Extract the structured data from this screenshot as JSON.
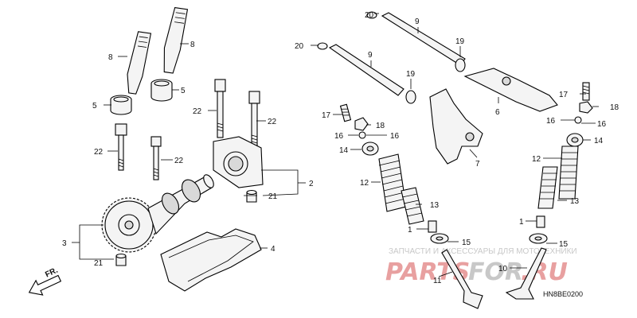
{
  "callouts": [
    "1",
    "2",
    "3",
    "4",
    "5",
    "6",
    "7",
    "8",
    "9",
    "10",
    "11",
    "12",
    "13",
    "14",
    "15",
    "16",
    "17",
    "18",
    "19",
    "20",
    "21",
    "22"
  ],
  "direction_label": "FR.",
  "diagram_code": "HN8BE0200",
  "watermark": {
    "tagline": "ЗАПЧАСТИ И АКСЕССУАРЫ ДЛЯ МОТОТЕХНИКИ",
    "logo_part1": "PARTS",
    "logo_part2": "FOR",
    "logo_part3": ".RU"
  },
  "colors": {
    "line": "#000000",
    "watermark_red": "#e8a0a0",
    "watermark_gray": "#c8c8c8"
  }
}
